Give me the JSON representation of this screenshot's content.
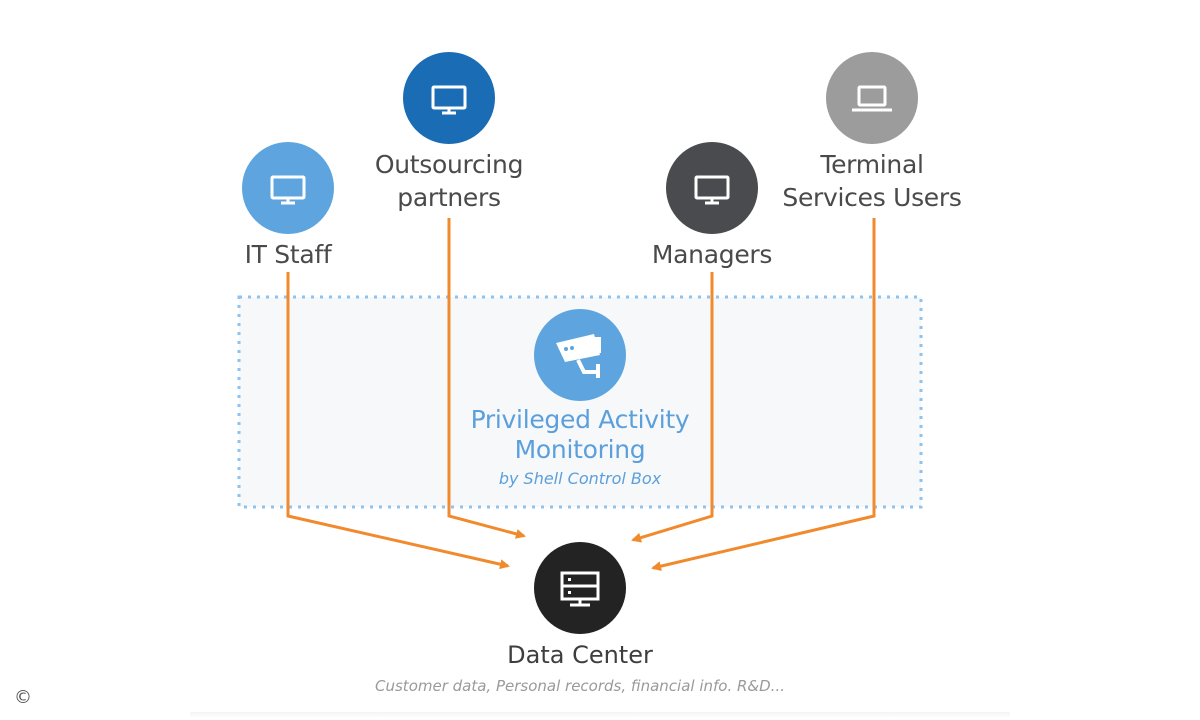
{
  "colors": {
    "arrow": "#f08a2c",
    "it_staff": "#5ea5e0",
    "outsourcing": "#1a6cb5",
    "managers": "#4a4b4e",
    "terminal": "#9c9c9c",
    "pam": "#5ea5e0",
    "data_center": "#232323",
    "zone_border": "#8fc2ee",
    "zone_fill": "#f7f8f9"
  },
  "nodes": {
    "it_staff": {
      "label_line1": "IT Staff",
      "icon": "monitor-icon"
    },
    "outsourcing": {
      "label_line1": "Outsourcing",
      "label_line2": "partners",
      "icon": "monitor-icon"
    },
    "managers": {
      "label_line1": "Managers",
      "icon": "monitor-icon"
    },
    "terminal": {
      "label_line1": "Terminal",
      "label_line2": "Services Users",
      "icon": "laptop-icon"
    }
  },
  "monitoring": {
    "title_line1": "Privileged Activity",
    "title_line2": "Monitoring",
    "subtitle": "by Shell Control Box",
    "icon": "security-camera-icon"
  },
  "data_center": {
    "label": "Data Center",
    "subtitle": "Customer data, Personal records, financial info. R&D...",
    "icon": "server-icon"
  },
  "copyright": "©"
}
